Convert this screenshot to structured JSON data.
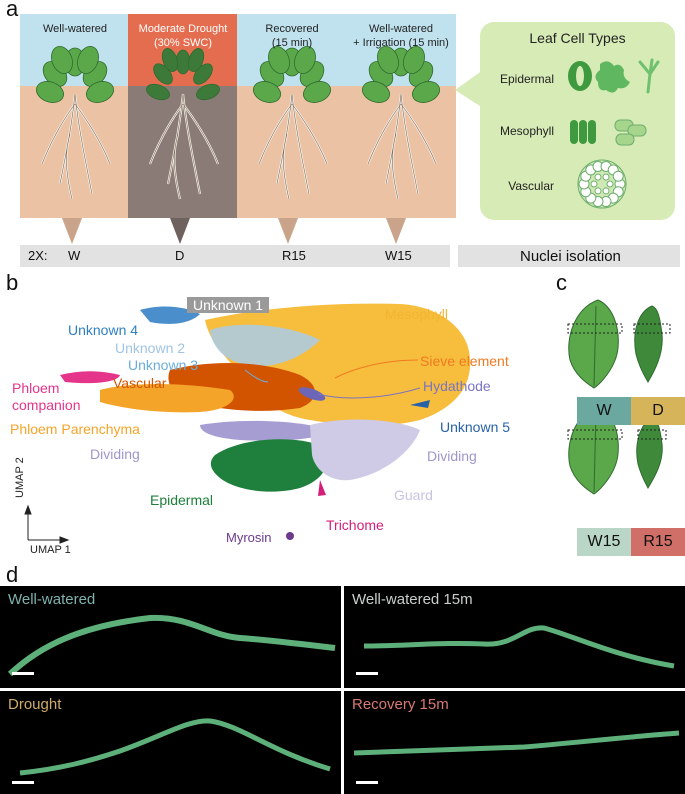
{
  "panels": {
    "a": "a",
    "b": "b",
    "c": "c",
    "d": "d"
  },
  "panel_a": {
    "conditions": [
      {
        "label": "Well-watered",
        "code": "W",
        "sky": "#bfe2ee",
        "soil": "#ecc2a4"
      },
      {
        "label": "Moderate Drought\n(30% SWC)",
        "code": "D",
        "sky": "#e56d4f",
        "soil": "#8a7b77"
      },
      {
        "label": "Recovered\n(15 min)",
        "code": "R15",
        "sky": "#bfe2ee",
        "soil": "#ecc2a4"
      },
      {
        "label": "Well-watered\n+ Irrigation (15 min)",
        "code": "W15",
        "sky": "#bfe2ee",
        "soil": "#ecc2a4"
      }
    ],
    "prefix": "2X:",
    "nuclei": "Nuclei isolation",
    "cell_types": {
      "title": "Leaf Cell Types",
      "rows": [
        "Epidermal",
        "Mesophyll",
        "Vascular"
      ]
    }
  },
  "panel_b": {
    "axis_x": "UMAP 1",
    "axis_y": "UMAP 2",
    "clusters": [
      {
        "label": "Unknown 1",
        "color": "#ffffff",
        "bg": "#9a9a9a"
      },
      {
        "label": "Mesophyll",
        "color": "#f2b630"
      },
      {
        "label": "Unknown 4",
        "color": "#2f7fc0"
      },
      {
        "label": "Unknown 2",
        "color": "#9fc4e4"
      },
      {
        "label": "Unknown 3",
        "color": "#6aaed8"
      },
      {
        "label": "Sieve element",
        "color": "#ee7a21"
      },
      {
        "label": "Vascular",
        "color": "#d35400"
      },
      {
        "label": "Hydathode",
        "color": "#7b74c2"
      },
      {
        "label": "Phloem\ncompanion",
        "color": "#e5358a"
      },
      {
        "label": "Phloem Parenchyma",
        "color": "#f4a428"
      },
      {
        "label": "Unknown 5",
        "color": "#2762a8"
      },
      {
        "label": "Dividing",
        "color": "#9f97cc"
      },
      {
        "label": "Dividing",
        "color": "#9f97cc"
      },
      {
        "label": "Guard",
        "color": "#c7c3e0"
      },
      {
        "label": "Epidermal",
        "color": "#1d7f3a"
      },
      {
        "label": "Trichome",
        "color": "#d41f7a"
      },
      {
        "label": "Myrosin",
        "color": "#6b3a8e"
      }
    ]
  },
  "panel_c": {
    "row1": [
      {
        "label": "W",
        "color": "#6aa8a0"
      },
      {
        "label": "D",
        "color": "#d6b45a"
      }
    ],
    "row2": [
      {
        "label": "W15",
        "color": "#b9d6c6"
      },
      {
        "label": "R15",
        "color": "#cf6f68"
      }
    ]
  },
  "panel_d": {
    "images": [
      {
        "title": "Well-watered",
        "color": "#7fb3ad"
      },
      {
        "title": "Well-watered 15m",
        "color": "#c9cfcd"
      },
      {
        "title": "Drought",
        "color": "#cfab6a"
      },
      {
        "title": "Recovery 15m",
        "color": "#d87a74"
      }
    ]
  }
}
